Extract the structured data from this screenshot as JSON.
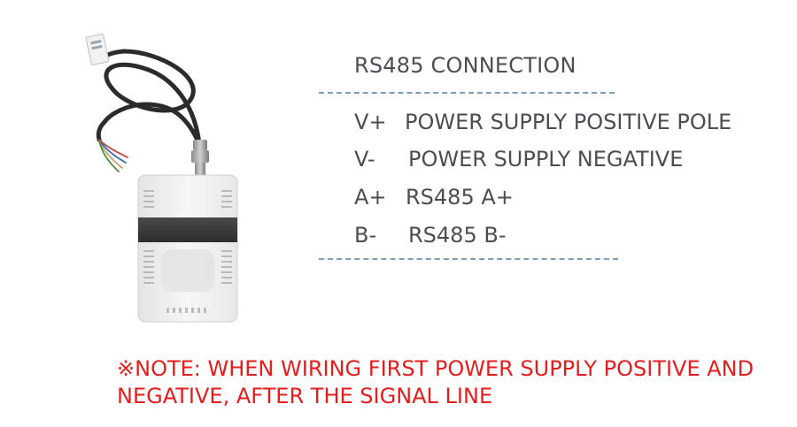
{
  "product": {
    "image_name": "rs485-sensor-with-cable"
  },
  "connection": {
    "title": "RS485 CONNECTION",
    "pins": [
      {
        "code": "V+",
        "description": "POWER SUPPLY POSITIVE POLE"
      },
      {
        "code": "V-",
        "description": "POWER SUPPLY NEGATIVE"
      },
      {
        "code": "A+",
        "description": "RS485 A+"
      },
      {
        "code": "B-",
        "description": "RS485 B-"
      }
    ]
  },
  "note": {
    "text": "※NOTE: WHEN WIRING FIRST POWER SUPPLY POSITIVE AND NEGATIVE, AFTER THE SIGNAL LINE"
  },
  "colors": {
    "text": "#4a4e53",
    "divider": "#7a9fbd",
    "note": "#e41d1d"
  }
}
